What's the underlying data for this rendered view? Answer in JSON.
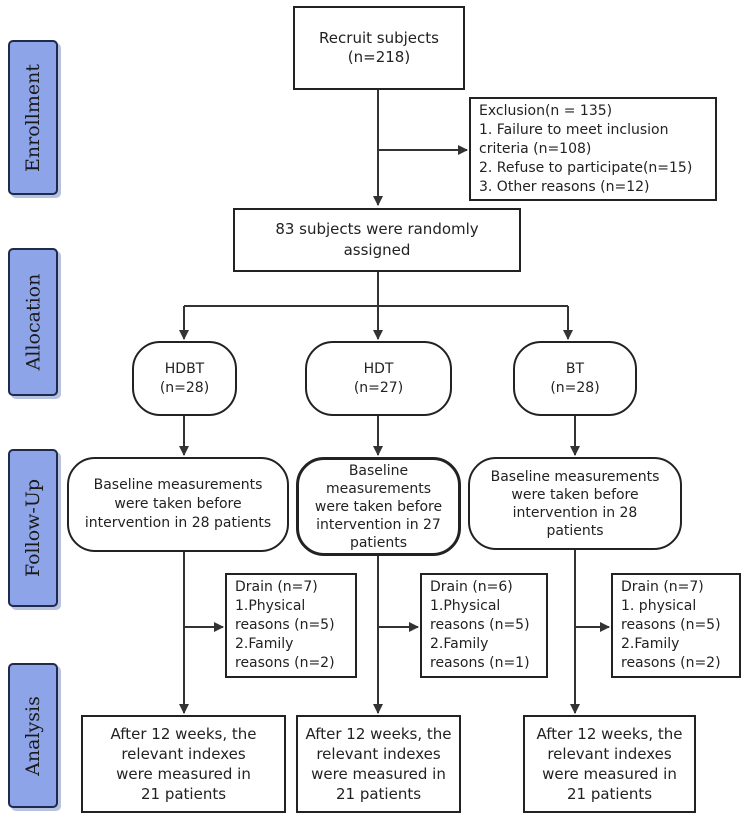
{
  "stages": [
    "Enrollment",
    "Allocation",
    "Follow-Up",
    "Analysis"
  ],
  "recruit": [
    "Recruit subjects",
    "(n=218)"
  ],
  "exclusion": [
    "Exclusion(n = 135)",
    "1. Failure to meet inclusion",
    "criteria (n=108)",
    "2. Refuse to participate(n=15)",
    "3. Other reasons (n=12)"
  ],
  "randomized": [
    "83 subjects were randomly",
    "assigned"
  ],
  "groups": [
    {
      "name": "HDBT",
      "n": "(n=28)"
    },
    {
      "name": "HDT",
      "n": "(n=27)"
    },
    {
      "name": "BT",
      "n": "(n=28)"
    }
  ],
  "baseline": [
    [
      "Baseline measurements",
      "were taken before",
      "intervention in 28 patients"
    ],
    [
      "Baseline",
      "measurements",
      "were taken before",
      "intervention in 27",
      "patients"
    ],
    [
      "Baseline measurements",
      "were taken before",
      "intervention in 28",
      "patients"
    ]
  ],
  "drain": [
    [
      "Drain (n=7)",
      "1.Physical",
      "reasons (n=5)",
      "2.Family",
      "reasons (n=2)"
    ],
    [
      "Drain (n=6)",
      "1.Physical",
      "reasons (n=5)",
      "2.Family",
      "reasons (n=1)"
    ],
    [
      "Drain (n=7)",
      "1. physical",
      "reasons (n=5)",
      "2.Family",
      "reasons (n=2)"
    ]
  ],
  "analysis": [
    [
      "After 12 weeks, the",
      "relevant indexes",
      "were measured in",
      "21 patients"
    ],
    [
      "After 12 weeks, the",
      "relevant indexes",
      "were measured in",
      "21 patients"
    ],
    [
      "After 12 weeks, the",
      "relevant indexes",
      "were measured in",
      "21 patients"
    ]
  ]
}
